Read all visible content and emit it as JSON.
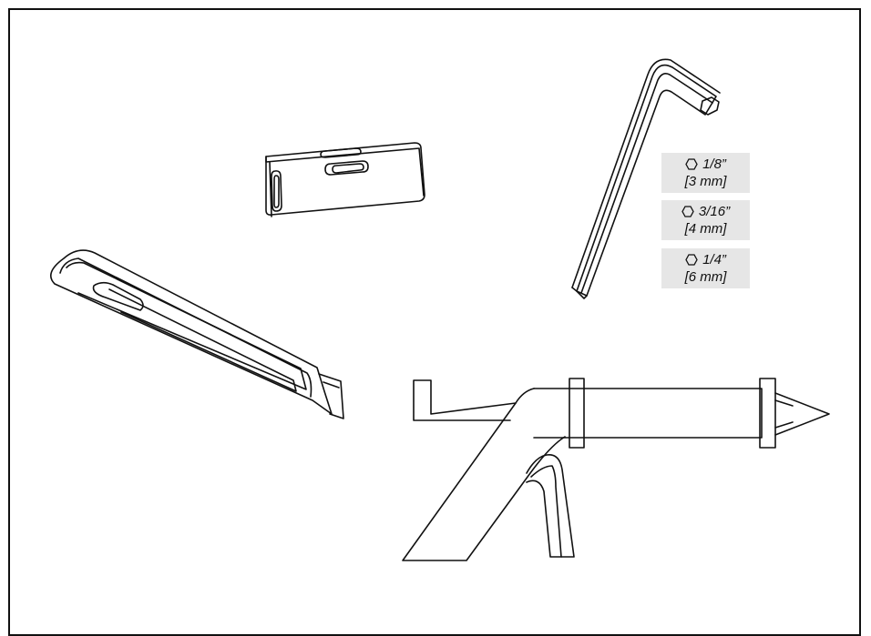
{
  "tools": {
    "level": "level",
    "hex_key": "hex-key",
    "utility_knife": "utility-knife",
    "caulking_gun": "caulking-gun"
  },
  "hex_key_sizes": [
    {
      "imperial": "1/8”",
      "metric": "[3 mm]"
    },
    {
      "imperial": "3/16”",
      "metric": "[4 mm]"
    },
    {
      "imperial": "1/4”",
      "metric": "[6 mm]"
    }
  ],
  "colors": {
    "line": "#111111",
    "label_bg": "#e6e6e6"
  },
  "icons": {
    "size_marker": "hexagon-icon"
  }
}
